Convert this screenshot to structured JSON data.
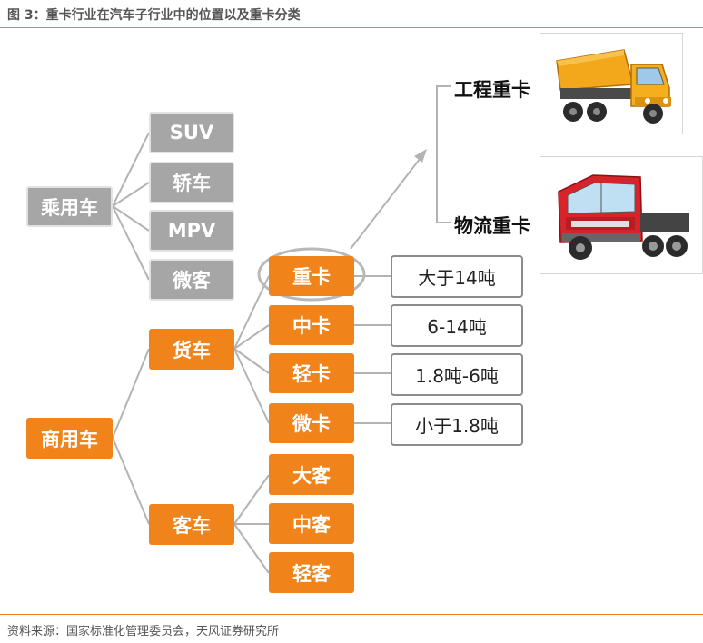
{
  "figure": {
    "title": "图 3：重卡行业在汽车子行业中的位置以及重卡分类",
    "source": "资料来源：国家标准化管理委员会，天风证券研究所"
  },
  "passenger": {
    "root": "乘用车",
    "children": [
      "SUV",
      "轿车",
      "MPV",
      "微客"
    ]
  },
  "commercial": {
    "root": "商用车",
    "truck": {
      "label": "货车",
      "children": [
        "重卡",
        "中卡",
        "轻卡",
        "微卡"
      ],
      "weights": [
        "大于14吨",
        "6-14吨",
        "1.8吨-6吨",
        "小于1.8吨"
      ]
    },
    "bus": {
      "label": "客车",
      "children": [
        "大客",
        "中客",
        "轻客"
      ]
    }
  },
  "heavy_truck_types": [
    "工程重卡",
    "物流重卡"
  ],
  "colors": {
    "accent": "#f08319",
    "gray_box": "#a6a6a6",
    "connector": "#b3b3b3",
    "rule": "#e87e2a"
  }
}
